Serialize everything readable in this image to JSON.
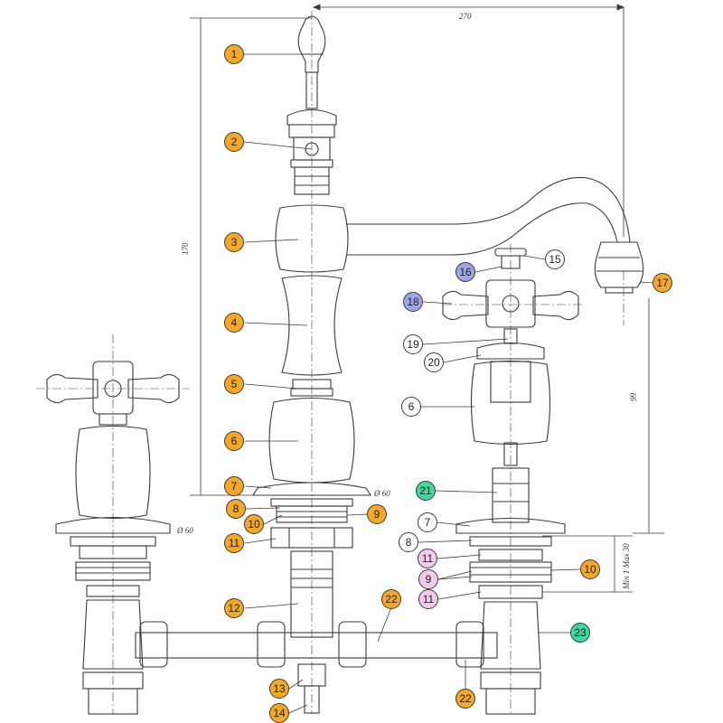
{
  "dimensions": {
    "top_width": "270",
    "left_height": "170",
    "right_height": "99",
    "diameter_a": "Ø 60",
    "diameter_b": "Ø 60",
    "range": "Min 1 Max 30"
  },
  "callouts": [
    {
      "id": "c1",
      "label": "1",
      "color": "orange"
    },
    {
      "id": "c2",
      "label": "2",
      "color": "orange"
    },
    {
      "id": "c3",
      "label": "3",
      "color": "orange"
    },
    {
      "id": "c4",
      "label": "4",
      "color": "orange"
    },
    {
      "id": "c5",
      "label": "5",
      "color": "orange"
    },
    {
      "id": "c6l",
      "label": "6",
      "color": "orange"
    },
    {
      "id": "c7l",
      "label": "7",
      "color": "orange"
    },
    {
      "id": "c8l",
      "label": "8",
      "color": "orange"
    },
    {
      "id": "c9l",
      "label": "9",
      "color": "orange"
    },
    {
      "id": "c10l",
      "label": "10",
      "color": "orange"
    },
    {
      "id": "c11l",
      "label": "11",
      "color": "orange"
    },
    {
      "id": "c12",
      "label": "12",
      "color": "orange"
    },
    {
      "id": "c13",
      "label": "13",
      "color": "orange"
    },
    {
      "id": "c14",
      "label": "14",
      "color": "orange"
    },
    {
      "id": "c15",
      "label": "15",
      "color": "white"
    },
    {
      "id": "c16",
      "label": "16",
      "color": "violet"
    },
    {
      "id": "c17",
      "label": "17",
      "color": "orange"
    },
    {
      "id": "c18",
      "label": "18",
      "color": "violet"
    },
    {
      "id": "c19",
      "label": "19",
      "color": "white"
    },
    {
      "id": "c20",
      "label": "20",
      "color": "white"
    },
    {
      "id": "c6r",
      "label": "6",
      "color": "white"
    },
    {
      "id": "c21",
      "label": "21",
      "color": "green"
    },
    {
      "id": "c7r",
      "label": "7",
      "color": "white"
    },
    {
      "id": "c8r",
      "label": "8",
      "color": "white"
    },
    {
      "id": "c11r1",
      "label": "11",
      "color": "pink"
    },
    {
      "id": "c9r",
      "label": "9",
      "color": "pink"
    },
    {
      "id": "c10r",
      "label": "10",
      "color": "orange"
    },
    {
      "id": "c11r2",
      "label": "11",
      "color": "pink"
    },
    {
      "id": "c22a",
      "label": "22",
      "color": "orange"
    },
    {
      "id": "c22b",
      "label": "22",
      "color": "orange"
    },
    {
      "id": "c23",
      "label": "23",
      "color": "green"
    }
  ],
  "colors": {
    "orange": "#f4a82a",
    "white": "#ffffff",
    "pink": "#f4c9ee",
    "green": "#3fd79c",
    "violet": "#9da6e6",
    "line": "#3a3a3a"
  }
}
